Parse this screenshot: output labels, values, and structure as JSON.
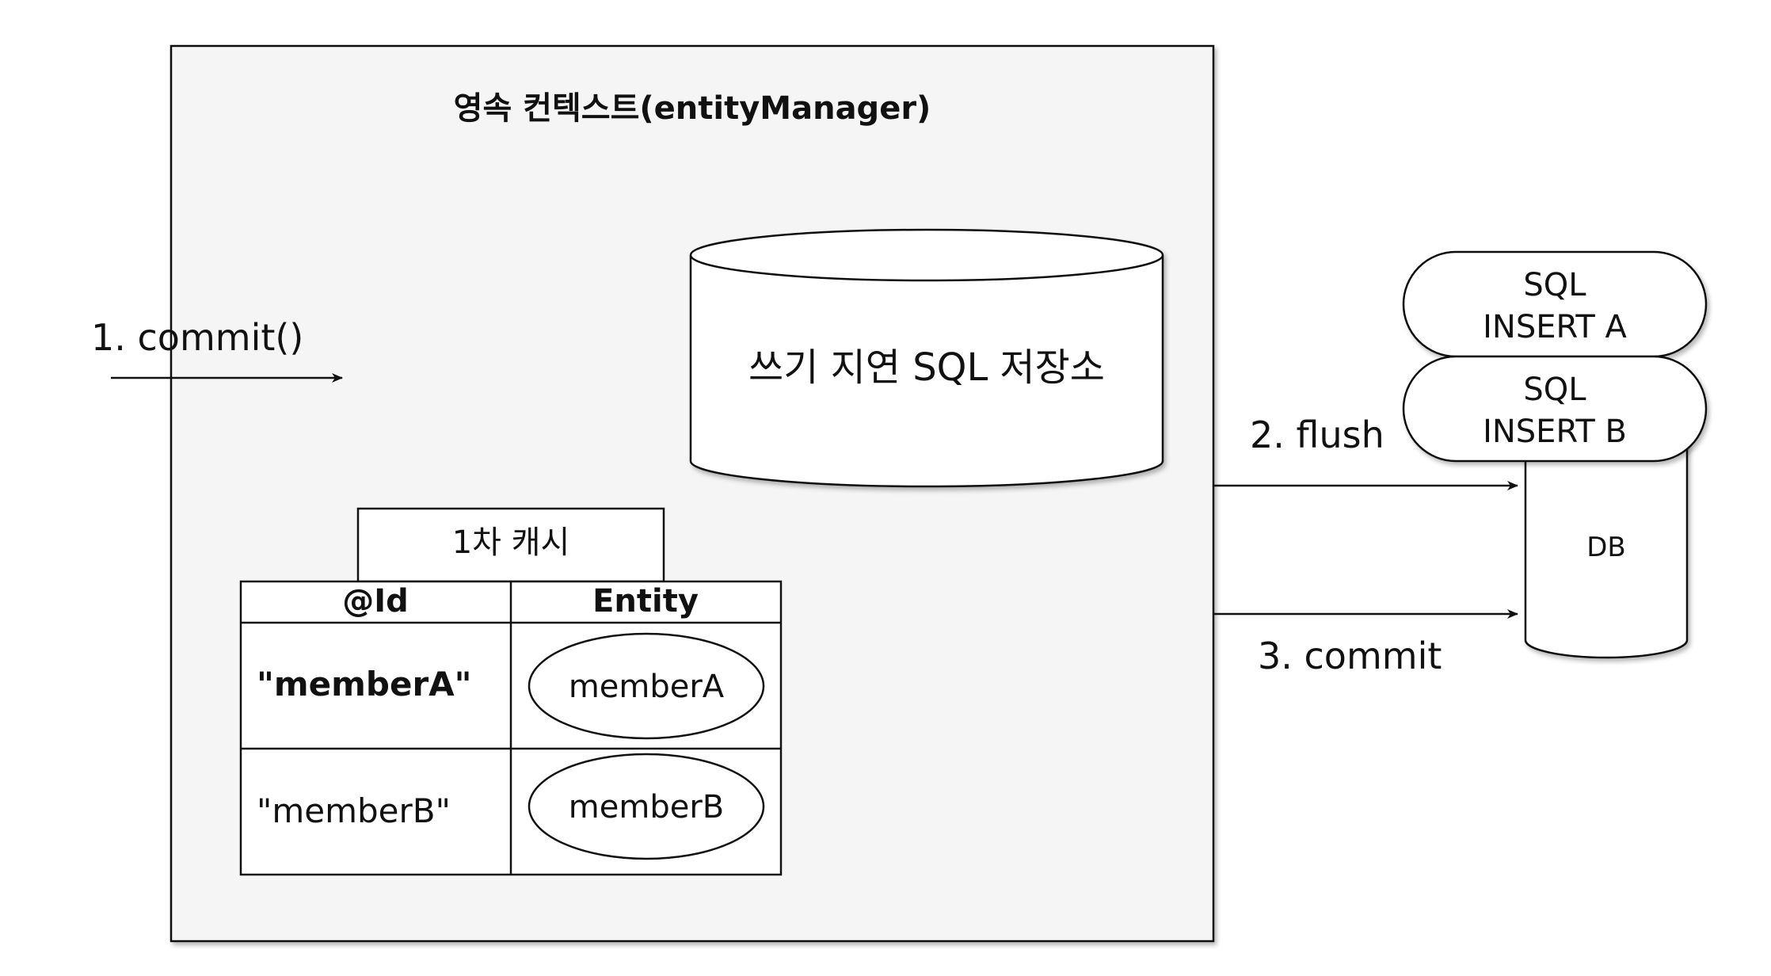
{
  "context": {
    "title": "영속 컨텍스트(entityManager)"
  },
  "sql_store": {
    "label": "쓰기 지연 SQL 저장소"
  },
  "cache": {
    "title": "1차 캐시",
    "headers": [
      "@Id",
      "Entity"
    ],
    "rows": [
      {
        "id": "\"memberA\"",
        "entity": "memberA"
      },
      {
        "id": "\"memberB\"",
        "entity": "memberB"
      }
    ]
  },
  "steps": {
    "commit_call": "1. commit()",
    "flush": "2. flush",
    "commit": "3. commit"
  },
  "sql_queue": [
    {
      "line1": "SQL",
      "line2": "INSERT A"
    },
    {
      "line1": "SQL",
      "line2": "INSERT B"
    }
  ],
  "db": {
    "label": "DB"
  },
  "colors": {
    "context_fill": "#f5f5f5",
    "stroke": "#111111",
    "background": "#ffffff"
  }
}
